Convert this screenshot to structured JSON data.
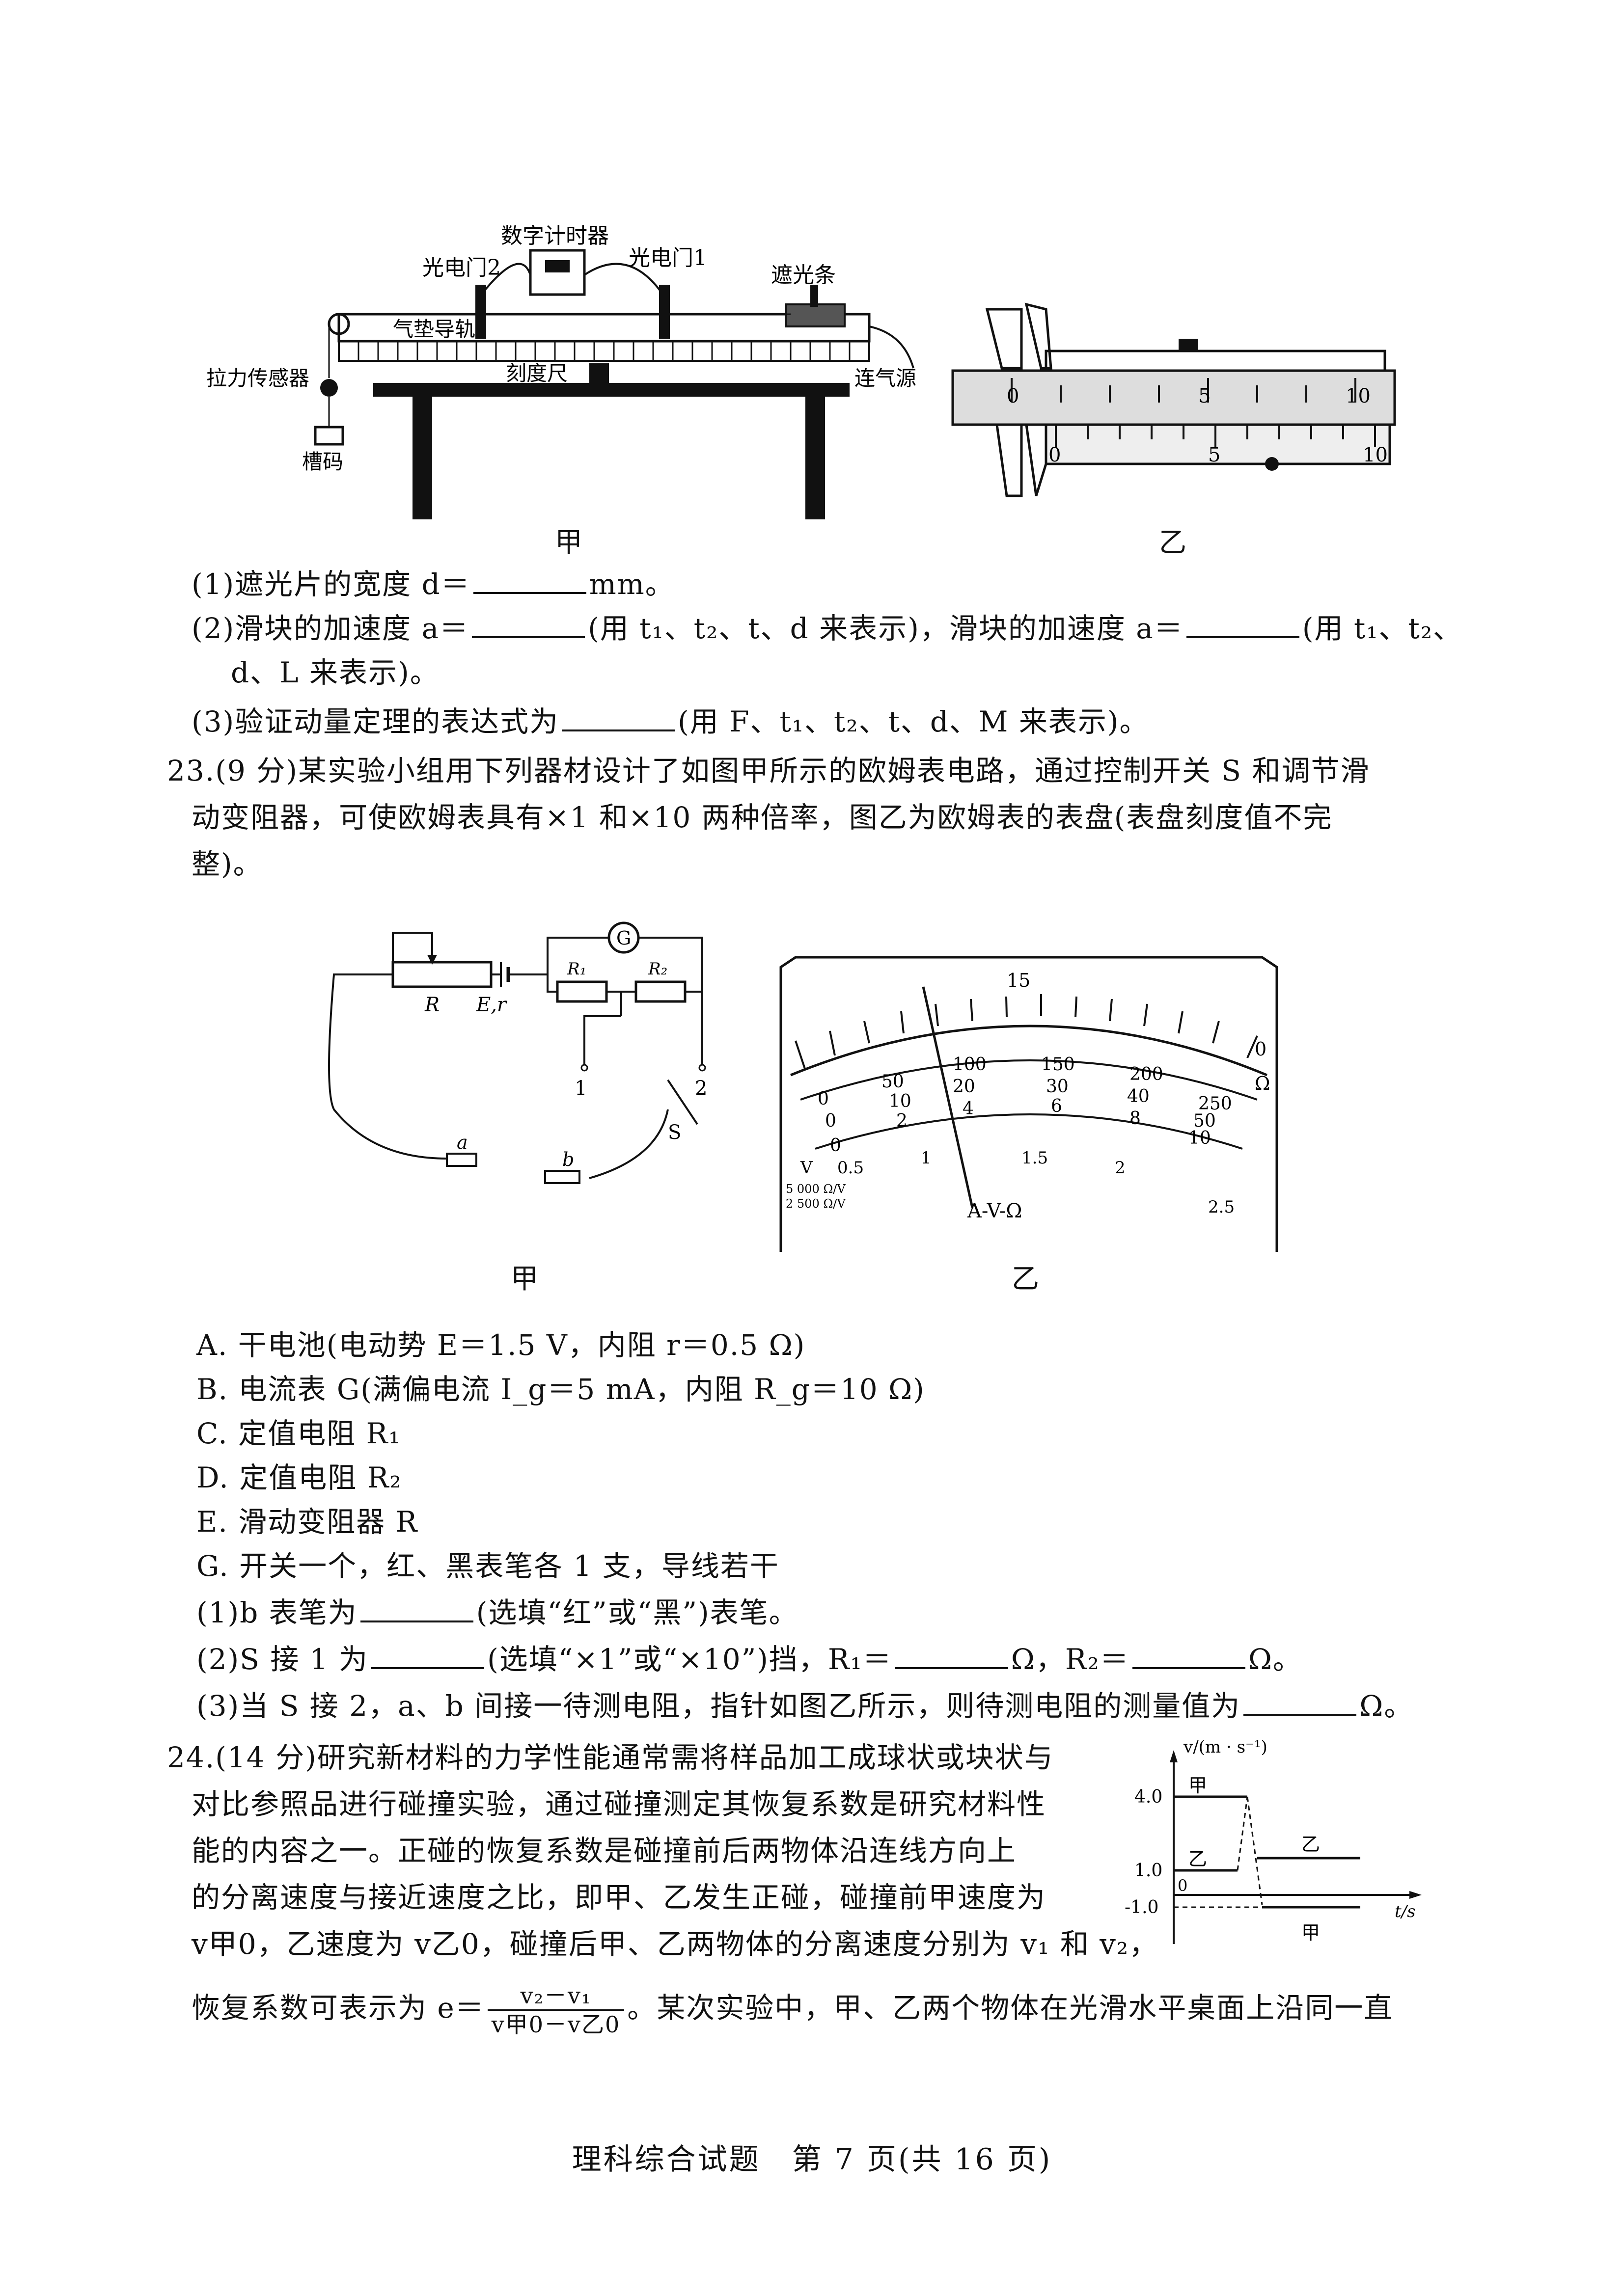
{
  "figures": {
    "top_left": {
      "caption": "甲",
      "labels": {
        "timer": "数字计时器",
        "gate2": "光电门2",
        "gate1": "光电门1",
        "shade": "遮光条",
        "rail": "气垫导轨",
        "sensor": "拉力传感器",
        "scale": "刻度尺",
        "air": "连气源",
        "weight": "槽码"
      }
    },
    "top_right": {
      "caption": "乙",
      "main_ticks": [
        "0",
        "5",
        "10"
      ],
      "vernier_ticks": [
        "0",
        "5",
        "10"
      ]
    },
    "circuit": {
      "caption": "甲",
      "labels": {
        "g": "G",
        "r1": "R₁",
        "r2": "R₂",
        "r": "R",
        "er": "E,r",
        "s1": "1",
        "s2": "2",
        "s": "S",
        "a": "a",
        "b": "b"
      }
    },
    "meter": {
      "caption": "乙",
      "labels": {
        "top15": "15",
        "top0": "0",
        "omega": "Ω",
        "mid": [
          "100",
          "150",
          "200",
          "250"
        ],
        "mid2": [
          "20",
          "30",
          "40",
          "50"
        ],
        "mid3": [
          "4",
          "6",
          "8",
          "10"
        ],
        "left": [
          "50",
          "10",
          "2",
          "0",
          "0",
          "0"
        ],
        "low": [
          "0.5",
          "1",
          "1.5",
          "2",
          "2.5"
        ],
        "v": "V",
        "ohm1": "5 000 Ω/V",
        "ohm2": "2 500 Ω/V",
        "avo": "A-V-Ω"
      }
    },
    "graph": {
      "ylabel": "v/(m · s⁻¹)",
      "xlabel": "t/s",
      "yticks": [
        "4.0",
        "1.0",
        "-1.0"
      ],
      "origin": "0",
      "series_labels": [
        "甲",
        "乙",
        "乙",
        "甲"
      ]
    }
  },
  "text": {
    "q1": "(1)遮光片的宽度 d＝",
    "q1_end": "mm。",
    "q2a": "(2)滑块的加速度 a＝",
    "q2b": "(用 t₁、t₂、t、d 来表示)，滑块的加速度 a＝",
    "q2c": "(用 t₁、t₂、",
    "q2d": "d、L 来表示)。",
    "q3a": "(3)验证动量定理的表达式为",
    "q3b": "(用 F、t₁、t₂、t、d、M 来表示)。",
    "p23a": "23.(9 分)某实验小组用下列器材设计了如图甲所示的欧姆表电路，通过控制开关 S 和调节滑",
    "p23b": "动变阻器，可使欧姆表具有×1 和×10 两种倍率，图乙为欧姆表的表盘(表盘刻度值不完",
    "p23c": "整)。",
    "itemA": "A. 干电池(电动势 E＝1.5 V，内阻 r＝0.5 Ω)",
    "itemB": "B. 电流表 G(满偏电流 I_g＝5 mA，内阻 R_g＝10 Ω)",
    "itemC": "C. 定值电阻 R₁",
    "itemD": "D. 定值电阻 R₂",
    "itemE": "E. 滑动变阻器 R",
    "itemG": "G. 开关一个，红、黑表笔各 1 支，导线若干",
    "s1a": "(1)b 表笔为",
    "s1b": "(选填“红”或“黑”)表笔。",
    "s2a": "(2)S 接 1 为",
    "s2b": "(选填“×1”或“×10”)挡，R₁＝",
    "s2c": "Ω，R₂＝",
    "s2d": "Ω。",
    "s3a": "(3)当 S 接 2，a、b 间接一待测电阻，指针如图乙所示，则待测电阻的测量值为",
    "s3b": "Ω。",
    "p24a": "24.(14 分)研究新材料的力学性能通常需将样品加工成球状或块状与",
    "p24b": "对比参照品进行碰撞实验，通过碰撞测定其恢复系数是研究材料性",
    "p24c": "能的内容之一。正碰的恢复系数是碰撞前后两物体沿连线方向上",
    "p24d": "的分离速度与接近速度之比，即甲、乙发生正碰，碰撞前甲速度为",
    "p24e": "v甲0，乙速度为 v乙0，碰撞后甲、乙两物体的分离速度分别为 v₁ 和 v₂，",
    "p24f": "恢复系数可表示为 e＝",
    "frac_num": "v₂－v₁",
    "frac_den": "v甲0－v乙0",
    "p24g": "。某次实验中，甲、乙两个物体在光滑水平桌面上沿同一直",
    "footer": "理科综合试题　第 7 页(共 16 页)"
  }
}
